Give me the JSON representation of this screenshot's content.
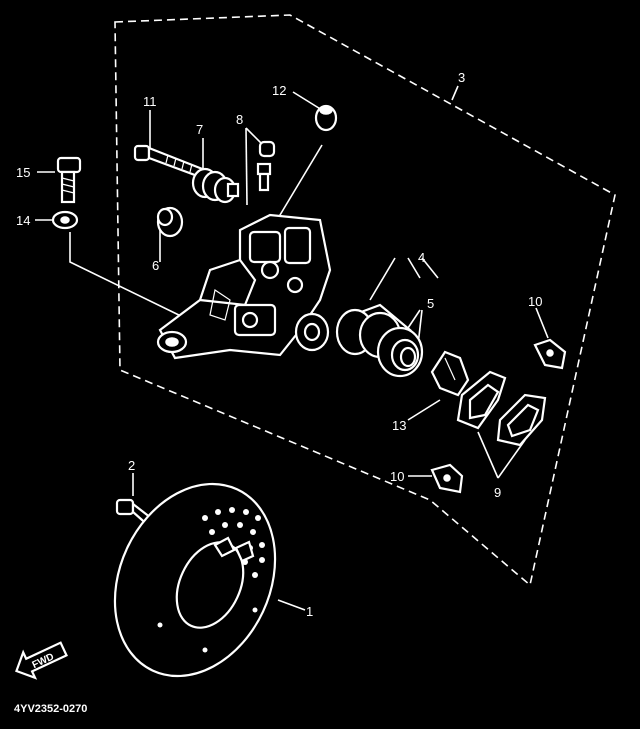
{
  "diagram": {
    "code": "4YV2352-0270",
    "fwd_label": "FWD",
    "callouts": {
      "c1": "1",
      "c2": "2",
      "c3": "3",
      "c4": "4",
      "c5": "5",
      "c6": "6",
      "c7": "7",
      "c8": "8",
      "c9": "9",
      "c10a": "10",
      "c10b": "10",
      "c11": "11",
      "c12": "12",
      "c13": "13",
      "c14": "14",
      "c15": "15"
    }
  }
}
